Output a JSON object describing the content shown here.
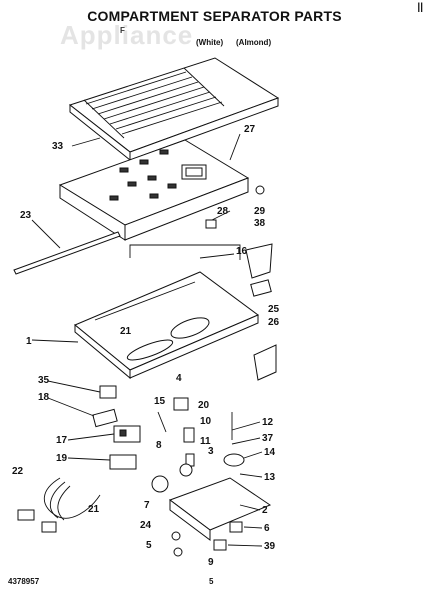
{
  "diagram": {
    "title": "COMPARTMENT SEPARATOR PARTS",
    "model_line": "F                              ",
    "subtitle_white": "(White)",
    "subtitle_almond": "(Almond)",
    "watermark": "Appliance",
    "corner_mark": "||",
    "doc_number": "4378957",
    "page_number": "5"
  },
  "callouts": [
    "33",
    "27",
    "23",
    "28",
    "29",
    "38",
    "16",
    "25",
    "26",
    "21",
    "1",
    "35",
    "18",
    "17",
    "19",
    "22",
    "21",
    "4",
    "15",
    "20",
    "10",
    "8",
    "11",
    "3",
    "12",
    "37",
    "14",
    "13",
    "7",
    "2",
    "6",
    "24",
    "5",
    "39",
    "9"
  ]
}
